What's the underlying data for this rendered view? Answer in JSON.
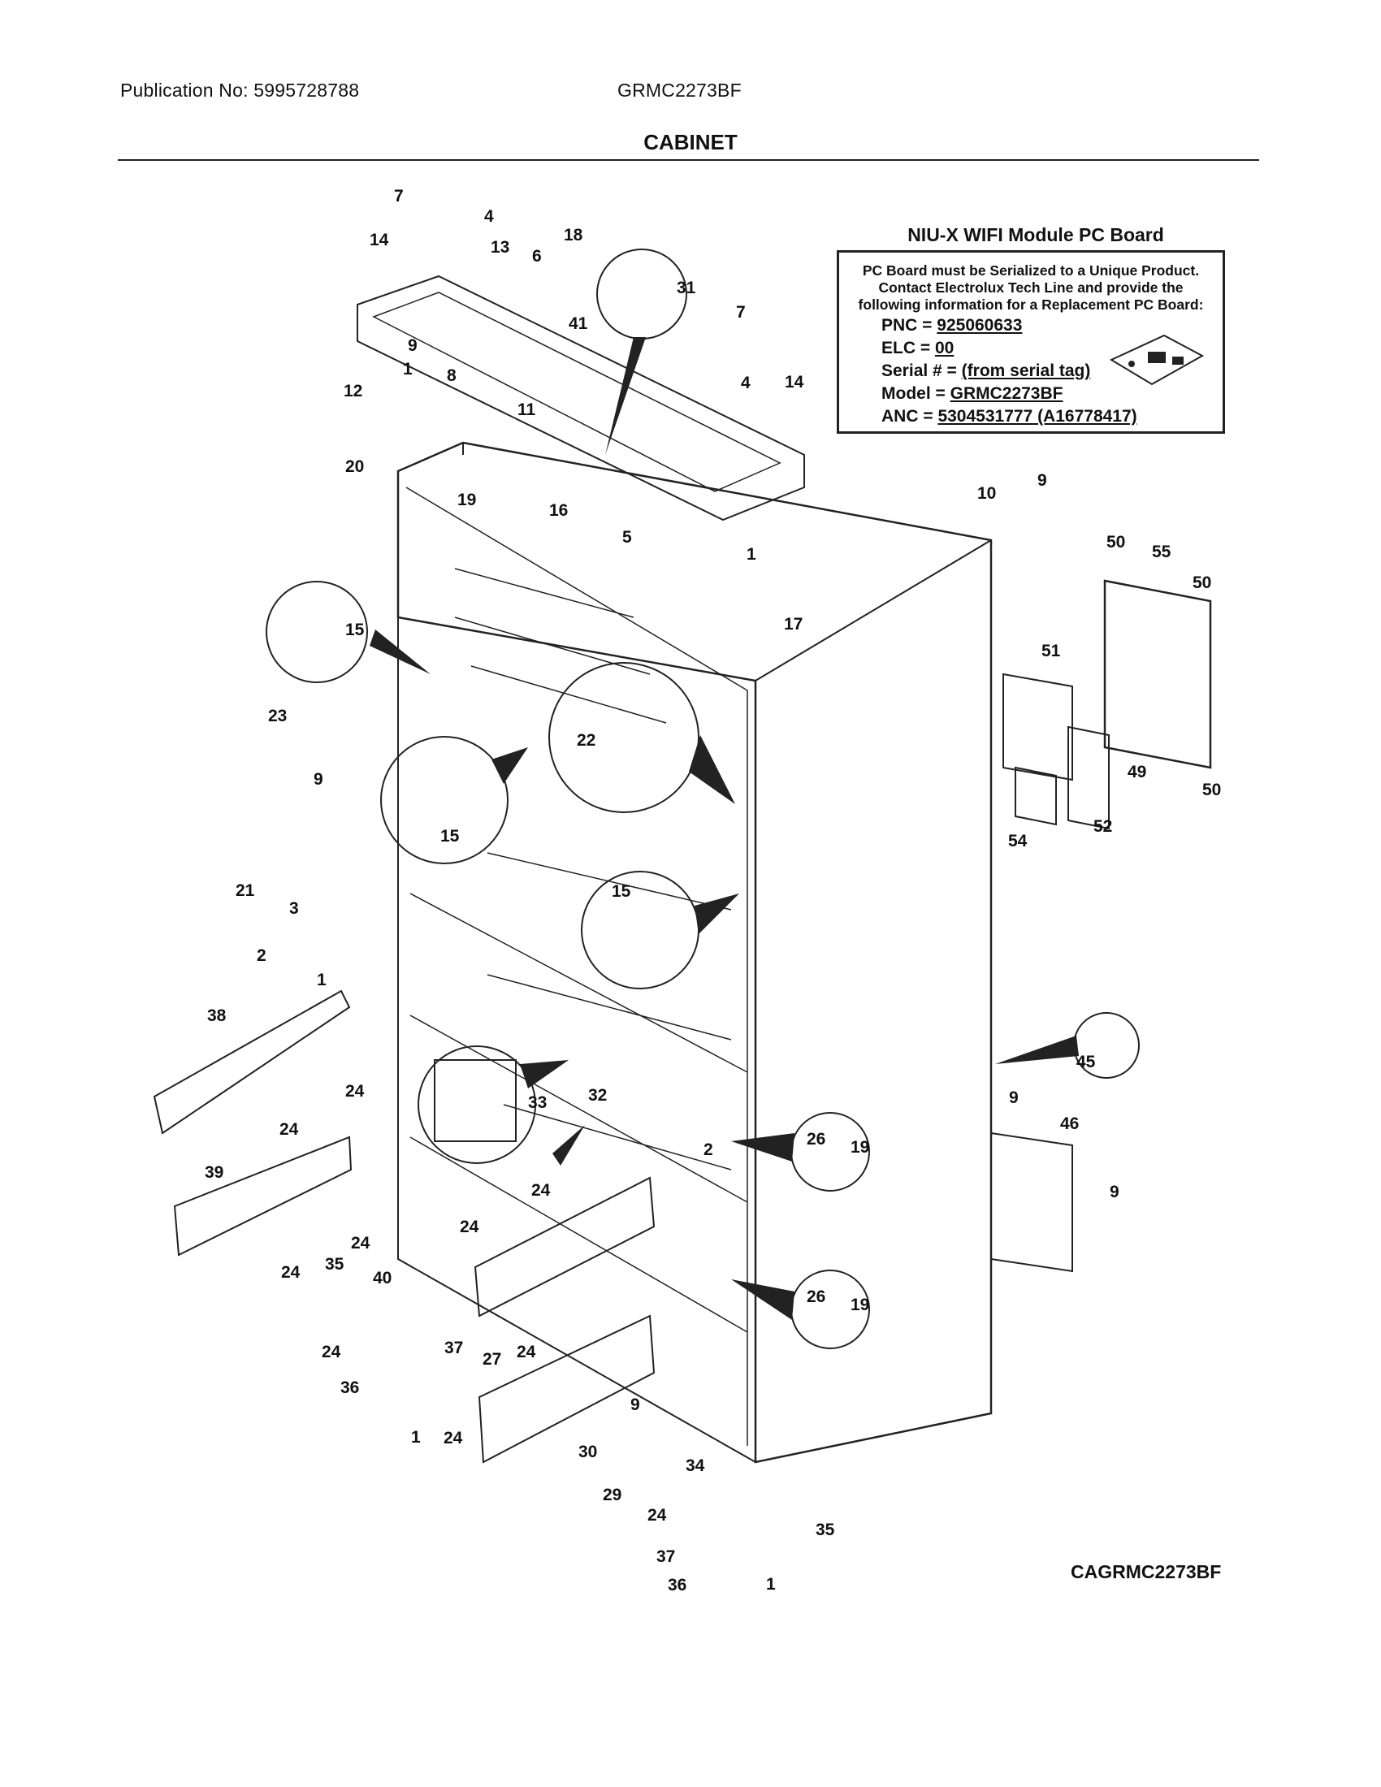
{
  "header": {
    "publication": "Publication No: 5995728788",
    "model": "GRMC2273BF",
    "section_title": "CABINET"
  },
  "niu_box": {
    "title": "NIU-X WIFI Module PC Board",
    "note_lines": [
      "PC Board must be Serialized to a Unique Product.",
      "Contact Electrolux Tech Line and provide the",
      "following information for a Replacement PC Board:"
    ],
    "fields": [
      {
        "label": "PNC = ",
        "value": "925060633"
      },
      {
        "label": "ELC = ",
        "value": "00"
      },
      {
        "label": "Serial # = ",
        "value": "(from serial tag)"
      },
      {
        "label": "Model = ",
        "value": "GRMC2273BF"
      },
      {
        "label": "ANC = ",
        "value": "5304531777 (A16778417)"
      }
    ]
  },
  "footer": {
    "diagram_code": "CAGRMC2273BF"
  },
  "callouts": [
    "7",
    "4",
    "14",
    "13",
    "6",
    "18",
    "31",
    "7",
    "41",
    "9",
    "8",
    "1",
    "12",
    "11",
    "4",
    "14",
    "20",
    "19",
    "16",
    "5",
    "10",
    "9",
    "1",
    "17",
    "50",
    "55",
    "50",
    "51",
    "15",
    "23",
    "22",
    "9",
    "15",
    "49",
    "50",
    "54",
    "52",
    "21",
    "3",
    "15",
    "2",
    "1",
    "38",
    "45",
    "24",
    "24",
    "33",
    "32",
    "2",
    "26",
    "19",
    "9",
    "46",
    "9",
    "39",
    "24",
    "24",
    "24",
    "24",
    "35",
    "40",
    "26",
    "19",
    "24",
    "37",
    "27",
    "24",
    "36",
    "9",
    "1",
    "24",
    "30",
    "29",
    "34",
    "24",
    "35",
    "37",
    "36",
    "1"
  ]
}
